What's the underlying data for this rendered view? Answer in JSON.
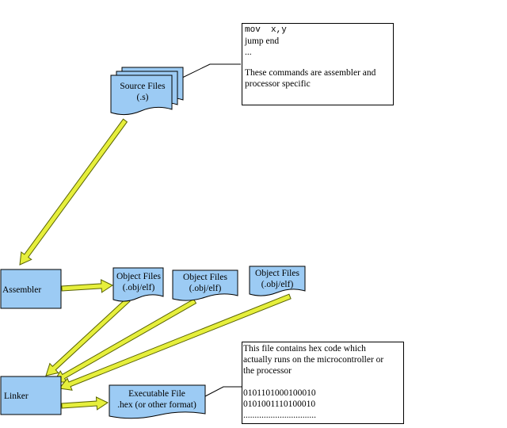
{
  "colors": {
    "box_fill": "#9ccbf4",
    "box_stroke": "#000000",
    "arrow_fill": "#e6ef3c",
    "arrow_stroke": "#5a6400",
    "connector": "#000000"
  },
  "source_files": {
    "line1": "Source Files",
    "line2": "(.s)"
  },
  "source_note": {
    "lines": [
      "mov  x,y",
      "jump end",
      "..."
    ],
    "description_line1": "These commands are assembler and",
    "description_line2": "processor specific"
  },
  "assembler": {
    "label": "Assembler"
  },
  "object_files": [
    {
      "line1": "Object Files",
      "line2": "(.obj/elf)"
    },
    {
      "line1": "Object Files",
      "line2": "(.obj/elf)"
    },
    {
      "line1": "Object Files",
      "line2": "(.obj/elf)"
    }
  ],
  "linker": {
    "label": "Linker"
  },
  "executable": {
    "line1": "Executable File",
    "line2": ".hex (or other format)"
  },
  "executable_note": {
    "line1": "This file contains hex code which",
    "line2": "actually runs on the microcontroller or",
    "line3": "the processor",
    "code1": "0101101000100010",
    "code2": "0101001110100010",
    "code3": "................................"
  }
}
